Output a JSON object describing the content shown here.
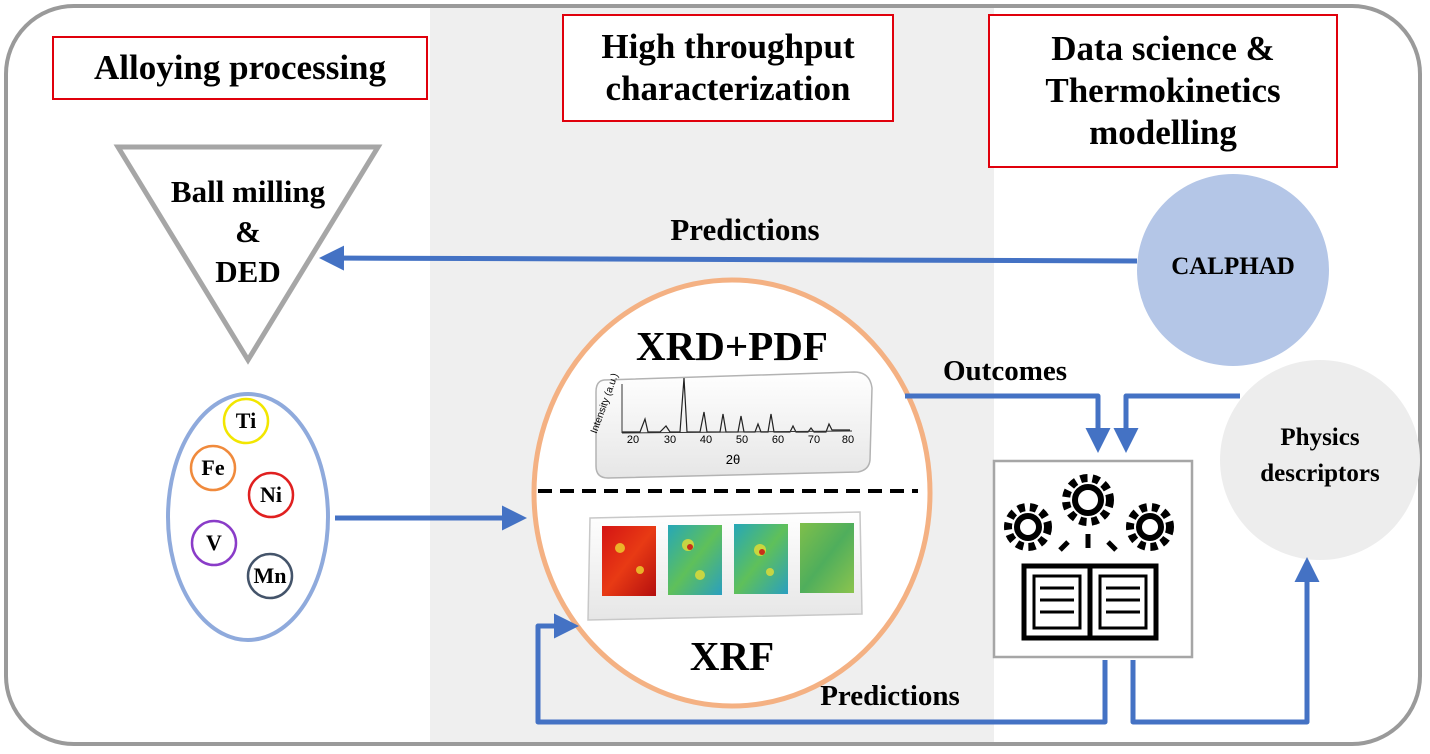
{
  "headers": {
    "alloying": "Alloying processing",
    "characterization_line1": "High throughput",
    "characterization_line2": "characterization",
    "datasci_line1": "Data science &",
    "datasci_line2": "Thermokinetics",
    "datasci_line3": "modelling"
  },
  "process": {
    "line1": "Ball milling",
    "line2": "&",
    "line3": "DED"
  },
  "elements": [
    {
      "symbol": "Ti",
      "color": "#f2e600"
    },
    {
      "symbol": "Fe",
      "color": "#f08a3c"
    },
    {
      "symbol": "Ni",
      "color": "#e02020"
    },
    {
      "symbol": "V",
      "color": "#8a3cc8"
    },
    {
      "symbol": "Mn",
      "color": "#44546a"
    }
  ],
  "arrows": {
    "predictions_top": "Predictions",
    "outcomes": "Outcomes",
    "predictions_bottom": "Predictions"
  },
  "characterization": {
    "top_label": "XRD+PDF",
    "bottom_label": "XRF",
    "xrd_ylabel": "Intensity (a.u.)",
    "xrd_xlabel": "2θ",
    "xrd_ticks": [
      "20",
      "30",
      "40",
      "50",
      "60",
      "70",
      "80"
    ]
  },
  "models": {
    "calphad": "CALPHAD",
    "physics_line1": "Physics",
    "physics_line2": "descriptors"
  },
  "colors": {
    "arrow": "#4472c4",
    "header_border": "#e0000c",
    "band": "#efefef",
    "calphad_fill": "#b4c6e7",
    "physics_fill": "#ededed",
    "characterization_ring": "#f4b183",
    "element_ellipse": "#8faadc"
  }
}
